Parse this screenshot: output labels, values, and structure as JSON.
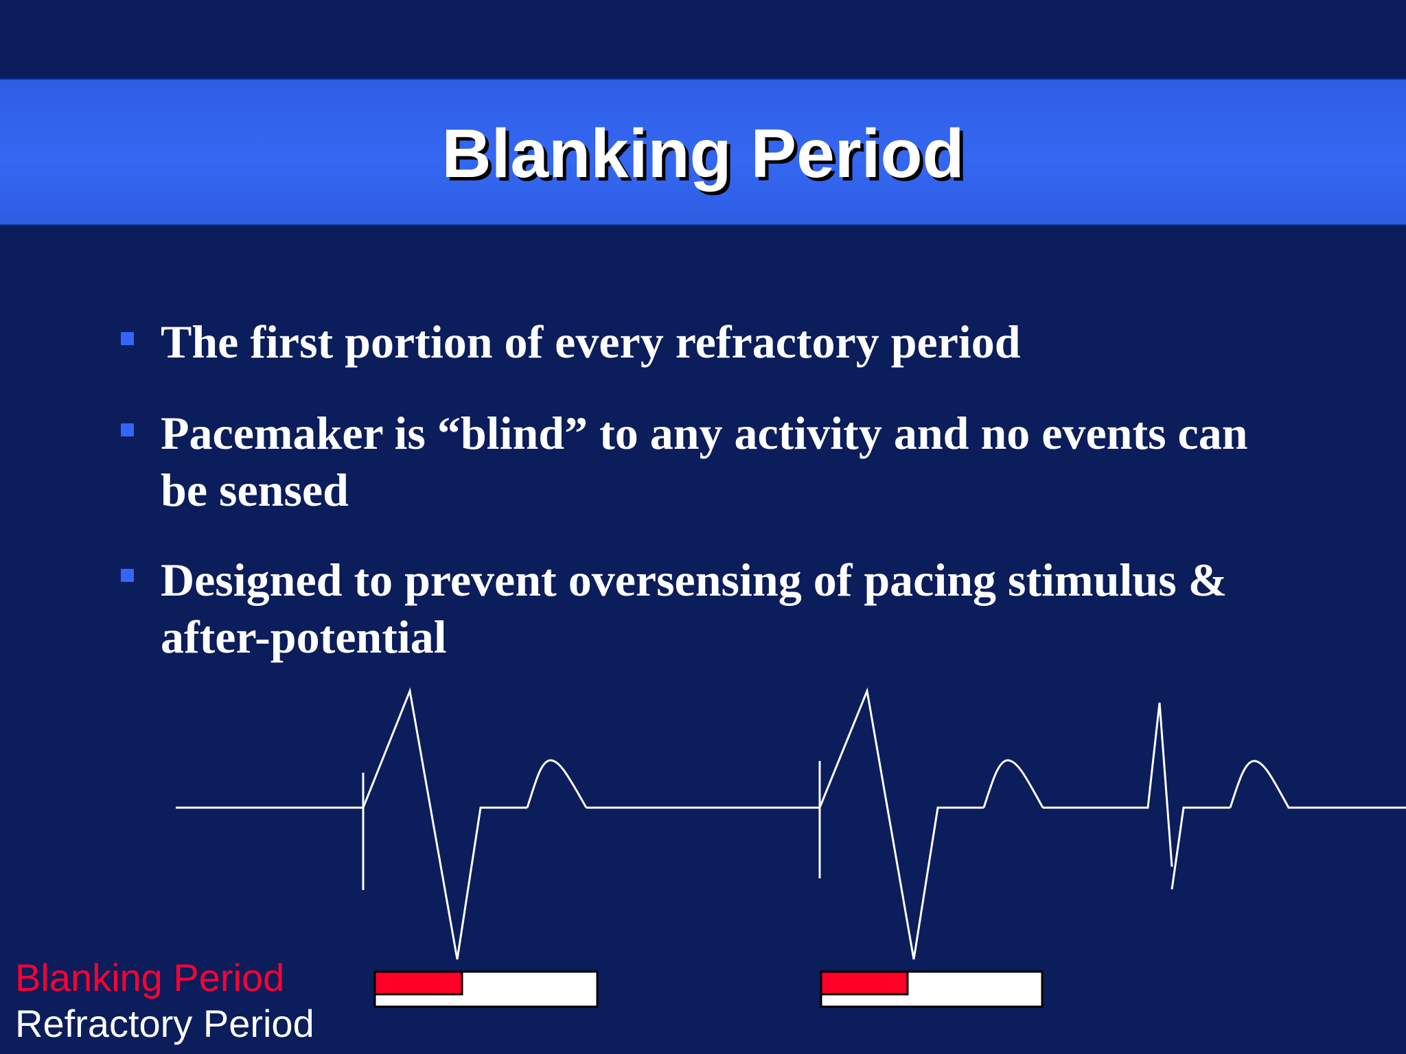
{
  "slide": {
    "title": "Blanking Period",
    "bullets": [
      {
        "lines": [
          "The first portion of every refractory period"
        ]
      },
      {
        "lines": [
          "Pacemaker is “blind” to any activity and no events can",
          "be sensed"
        ]
      },
      {
        "lines": [
          "Designed to prevent oversensing of pacing stimulus &",
          "after-potential"
        ]
      }
    ],
    "legend": {
      "blanking_label": "Blanking Period",
      "refractory_label": "Refractory Period"
    },
    "diagram": {
      "waveform": "ECG trace: two paced beats (pacing spike + wide QRS + T wave) followed by one intrinsic beat",
      "timing_bars": [
        {
          "beat": "paced beat 1",
          "blanking_fraction": 0.39
        },
        {
          "beat": "paced beat 2",
          "blanking_fraction": 0.39
        }
      ]
    },
    "colors": {
      "background": "#0b1d5a",
      "title_band": "#3366f0",
      "bullet": "#3366ff",
      "blanking": "#ff0033",
      "refractory": "#ffffff",
      "trace": "#ffffff"
    }
  }
}
